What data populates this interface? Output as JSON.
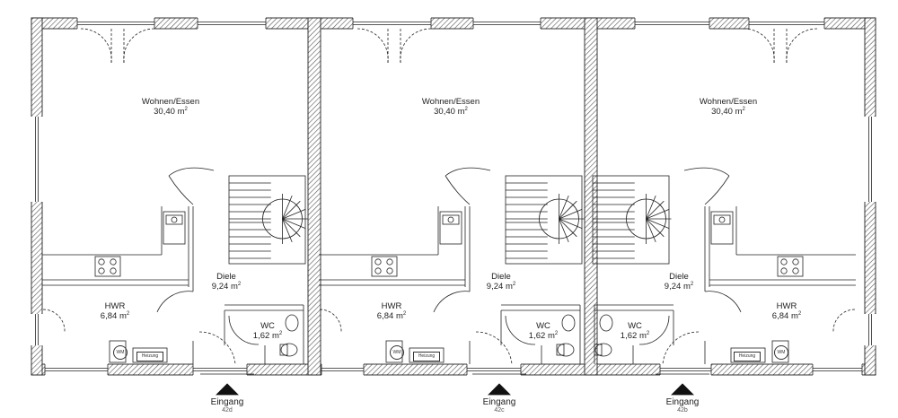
{
  "units": [
    {
      "living": {
        "name": "Wohnen/Essen",
        "area": "30,40",
        "unit": "m",
        "exp": "2"
      },
      "hall": {
        "name": "Diele",
        "area": "9,24",
        "unit": "m",
        "exp": "2"
      },
      "utility": {
        "name": "HWR",
        "area": "6,84",
        "unit": "m",
        "exp": "2"
      },
      "wc": {
        "name": "WC",
        "area": "1,62",
        "unit": "m",
        "exp": "2"
      },
      "entrance": {
        "label": "Eingang",
        "code": "42d"
      },
      "washer_label": "WM",
      "heating_label": "Heizung"
    },
    {
      "living": {
        "name": "Wohnen/Essen",
        "area": "30,40",
        "unit": "m",
        "exp": "2"
      },
      "hall": {
        "name": "Diele",
        "area": "9,24",
        "unit": "m",
        "exp": "2"
      },
      "utility": {
        "name": "HWR",
        "area": "6,84",
        "unit": "m",
        "exp": "2"
      },
      "wc": {
        "name": "WC",
        "area": "1,62",
        "unit": "m",
        "exp": "2"
      },
      "entrance": {
        "label": "Eingang",
        "code": "42c"
      },
      "washer_label": "WM",
      "heating_label": "Heizung"
    },
    {
      "living": {
        "name": "Wohnen/Essen",
        "area": "30,40",
        "unit": "m",
        "exp": "2"
      },
      "hall": {
        "name": "Diele",
        "area": "9,24",
        "unit": "m",
        "exp": "2"
      },
      "utility": {
        "name": "HWR",
        "area": "6,84",
        "unit": "m",
        "exp": "2"
      },
      "wc": {
        "name": "WC",
        "area": "1,62",
        "unit": "m",
        "exp": "2"
      },
      "entrance": {
        "label": "Eingang",
        "code": "42b"
      },
      "washer_label": "WM",
      "heating_label": "Heizung"
    }
  ]
}
